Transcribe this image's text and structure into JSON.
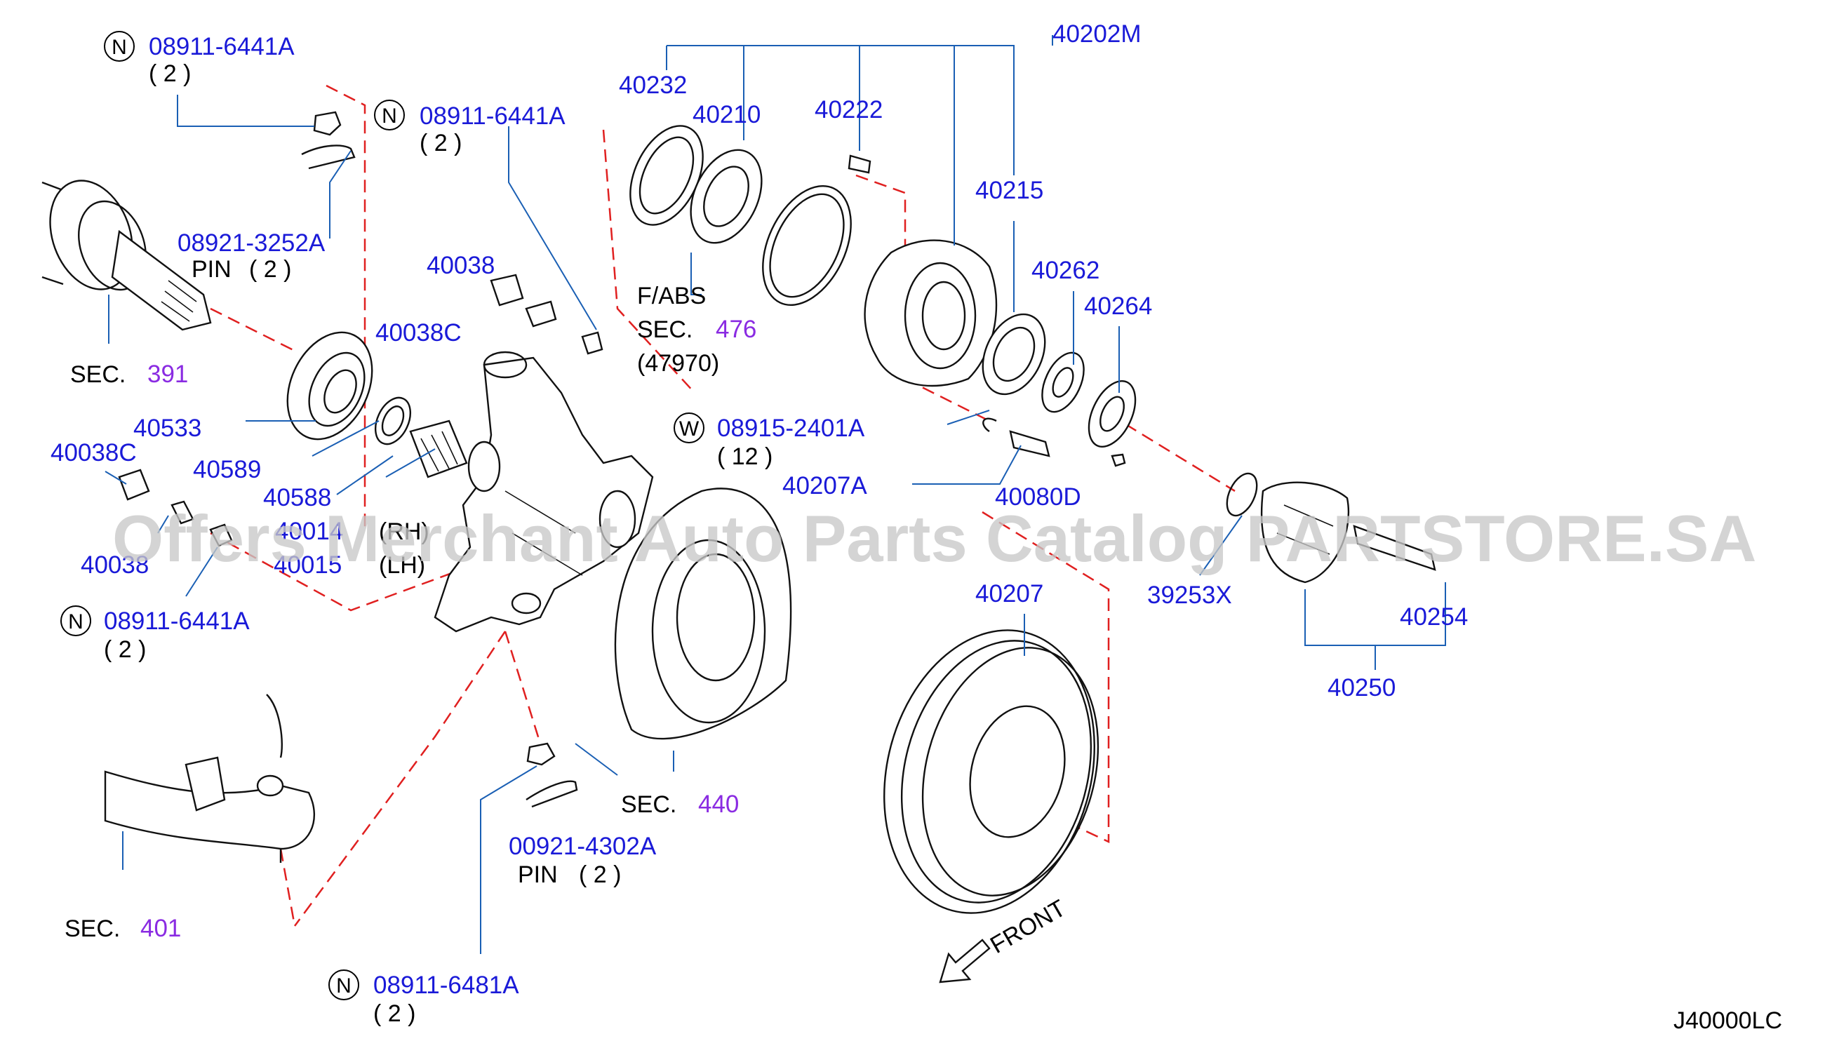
{
  "diagram": {
    "drawing_code": "J40000LC",
    "watermark": "Offers Merchant Auto Parts Catalog PARTSTORE.SA",
    "front_label": "FRONT",
    "parts": {
      "p1": {
        "mark": "N",
        "code": "08911-6441A",
        "qty": "( 2 )"
      },
      "p2": {
        "mark": "N",
        "code": "08911-6441A",
        "qty": "( 2 )"
      },
      "p3": {
        "code": "08921-3252A",
        "pre": "PIN",
        "qty": "( 2 )"
      },
      "p4": {
        "code": "40038"
      },
      "p5": {
        "code": "40038C"
      },
      "p6": {
        "code": "40533"
      },
      "p7": {
        "code": "40038C"
      },
      "p8": {
        "code": "40589"
      },
      "p9": {
        "code": "40588"
      },
      "p10": {
        "code": "40014"
      },
      "p11": {
        "code": "40015"
      },
      "p12": {
        "code": "40038"
      },
      "p13": {
        "mark": "N",
        "code": "08911-6441A",
        "qty": "( 2 )"
      },
      "p14": {
        "code": "00921-4302A",
        "pre": "PIN",
        "qty": "( 2 )"
      },
      "p15": {
        "mark": "N",
        "code": "08911-6481A",
        "qty": "( 2 )"
      },
      "p16": {
        "code": "40202M"
      },
      "p17": {
        "code": "40232"
      },
      "p18": {
        "code": "40210"
      },
      "p19": {
        "code": "40222"
      },
      "p20": {
        "code": "40215"
      },
      "p21": {
        "code": "40262"
      },
      "p22": {
        "code": "40264"
      },
      "p23": {
        "mark": "W",
        "code": "08915-2401A",
        "qty": "( 12 )"
      },
      "p24": {
        "code": "40207A"
      },
      "p25": {
        "code": "40080D"
      },
      "p26": {
        "code": "39253X"
      },
      "p27": {
        "code": "40254"
      },
      "p28": {
        "code": "40207"
      },
      "p29": {
        "code": "40250"
      }
    },
    "side_rh": "(RH)",
    "side_lh": "(LH)",
    "fabs": "F/ABS",
    "sections": {
      "s391": {
        "prefix": "SEC.",
        "num": "391"
      },
      "s476": {
        "prefix": "SEC.",
        "num": "476",
        "sub": "(47970)"
      },
      "s440": {
        "prefix": "SEC.",
        "num": "440"
      },
      "s401": {
        "prefix": "SEC.",
        "num": "401"
      }
    }
  }
}
